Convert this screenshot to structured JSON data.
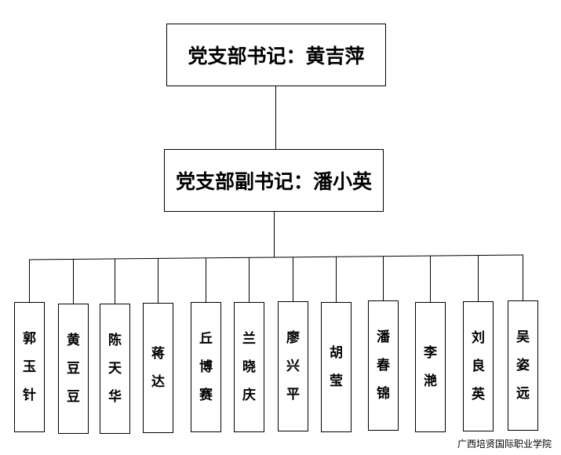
{
  "chart": {
    "secretary": "党支部书记：黄吉萍",
    "deputy_secretary": "党支部副书记：潘小英",
    "members": [
      "郭玉针",
      "黄豆豆",
      "陈天华",
      "蒋达",
      "丘博赛",
      "兰晓庆",
      "廖兴平",
      "胡莹",
      "潘春锦",
      "李滟",
      "刘良英",
      "吴姿远"
    ]
  },
  "watermark": "广西培贤国际职业学院"
}
